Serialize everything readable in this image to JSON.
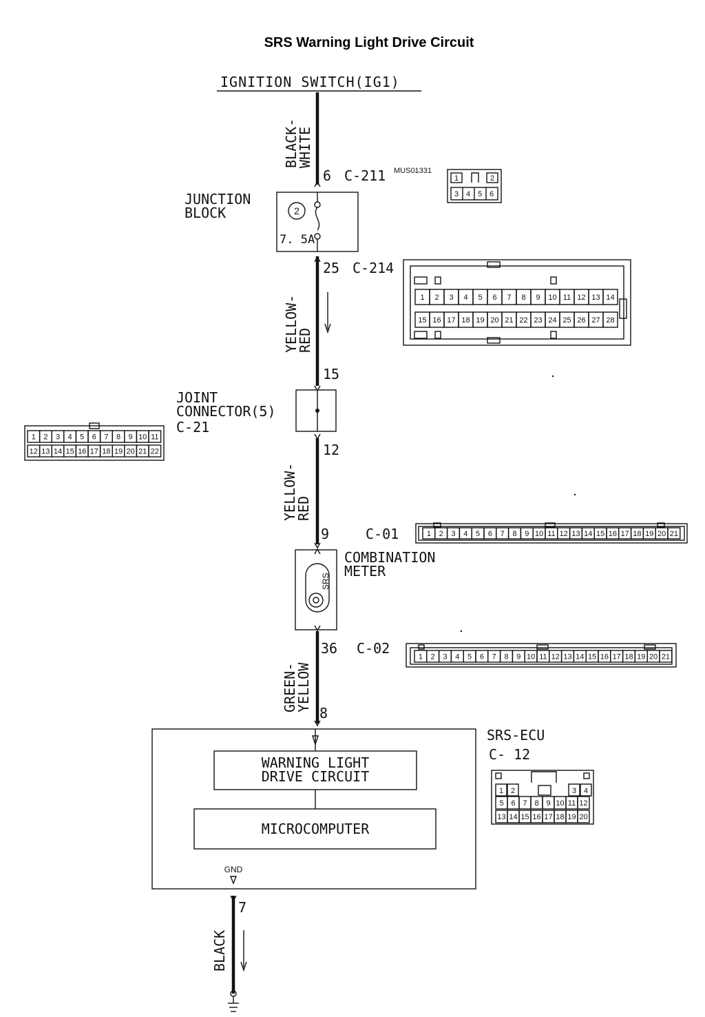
{
  "title": "SRS Warning Light Drive Circuit",
  "ignition_label": "IGNITION SWITCH(IG1)",
  "wires": {
    "black_white": [
      "BLACK-",
      "WHITE"
    ],
    "yellow_red_1": [
      "YELLOW-",
      "RED"
    ],
    "yellow_red_2": [
      "YELLOW-",
      "RED"
    ],
    "green_yellow": [
      "GREEN-",
      "YELLOW"
    ],
    "black": "BLACK"
  },
  "pins": {
    "p6": "6",
    "p25": "25",
    "p15": "15",
    "p12": "12",
    "p9": "9",
    "p36": "36",
    "p8": "8",
    "p7": "7"
  },
  "connectors": {
    "c211": "C-211",
    "c211_code": "MUS01331",
    "c211_pins": [
      "1",
      "2",
      "3",
      "4",
      "5",
      "6"
    ],
    "c214": "C-214",
    "c214_pins": [
      "1",
      "2",
      "3",
      "4",
      "5",
      "6",
      "7",
      "8",
      "9",
      "10",
      "11",
      "12",
      "13",
      "14",
      "15",
      "16",
      "17",
      "18",
      "19",
      "20",
      "21",
      "22",
      "23",
      "24",
      "25",
      "26",
      "27",
      "28"
    ],
    "c21": "C-21",
    "c21_pins": [
      "1",
      "2",
      "3",
      "4",
      "5",
      "6",
      "7",
      "8",
      "9",
      "10",
      "11",
      "12",
      "13",
      "14",
      "15",
      "16",
      "17",
      "18",
      "19",
      "20",
      "21",
      "22"
    ],
    "c01": "C-01",
    "c01_pins": [
      "1",
      "2",
      "3",
      "4",
      "5",
      "6",
      "7",
      "8",
      "9",
      "10",
      "11",
      "12",
      "13",
      "14",
      "15",
      "16",
      "17",
      "18",
      "19",
      "20",
      "21"
    ],
    "c02": "C-02",
    "c02_pins": [
      "1",
      "2",
      "3",
      "4",
      "5",
      "6",
      "7",
      "8",
      "9",
      "10",
      "11",
      "12",
      "13",
      "14",
      "15",
      "16",
      "17",
      "18",
      "19",
      "20",
      "21"
    ],
    "c12": "C- 12",
    "c12_row1": [
      "1",
      "2",
      "3",
      "4"
    ],
    "c12_row2": [
      "5",
      "6",
      "7",
      "8",
      "9",
      "10",
      "11",
      "12"
    ],
    "c12_row3": [
      "13",
      "14",
      "15",
      "16",
      "17",
      "18",
      "19",
      "20"
    ]
  },
  "junction_block": {
    "label": [
      "JUNCTION",
      "BLOCK"
    ],
    "fuse_no": "2",
    "fuse_rating": "7. 5A"
  },
  "joint_connector": {
    "label": [
      "JOINT",
      "CONNECTOR(5)"
    ]
  },
  "combination_meter": {
    "label": [
      "COMBINATION",
      "METER"
    ],
    "lamp_text": "SRS"
  },
  "srs_ecu": {
    "label": "SRS-ECU",
    "circuit": [
      "WARNING LIGHT",
      "DRIVE CIRCUIT"
    ],
    "micro": "MICROCOMPUTER",
    "gnd": "GND"
  }
}
